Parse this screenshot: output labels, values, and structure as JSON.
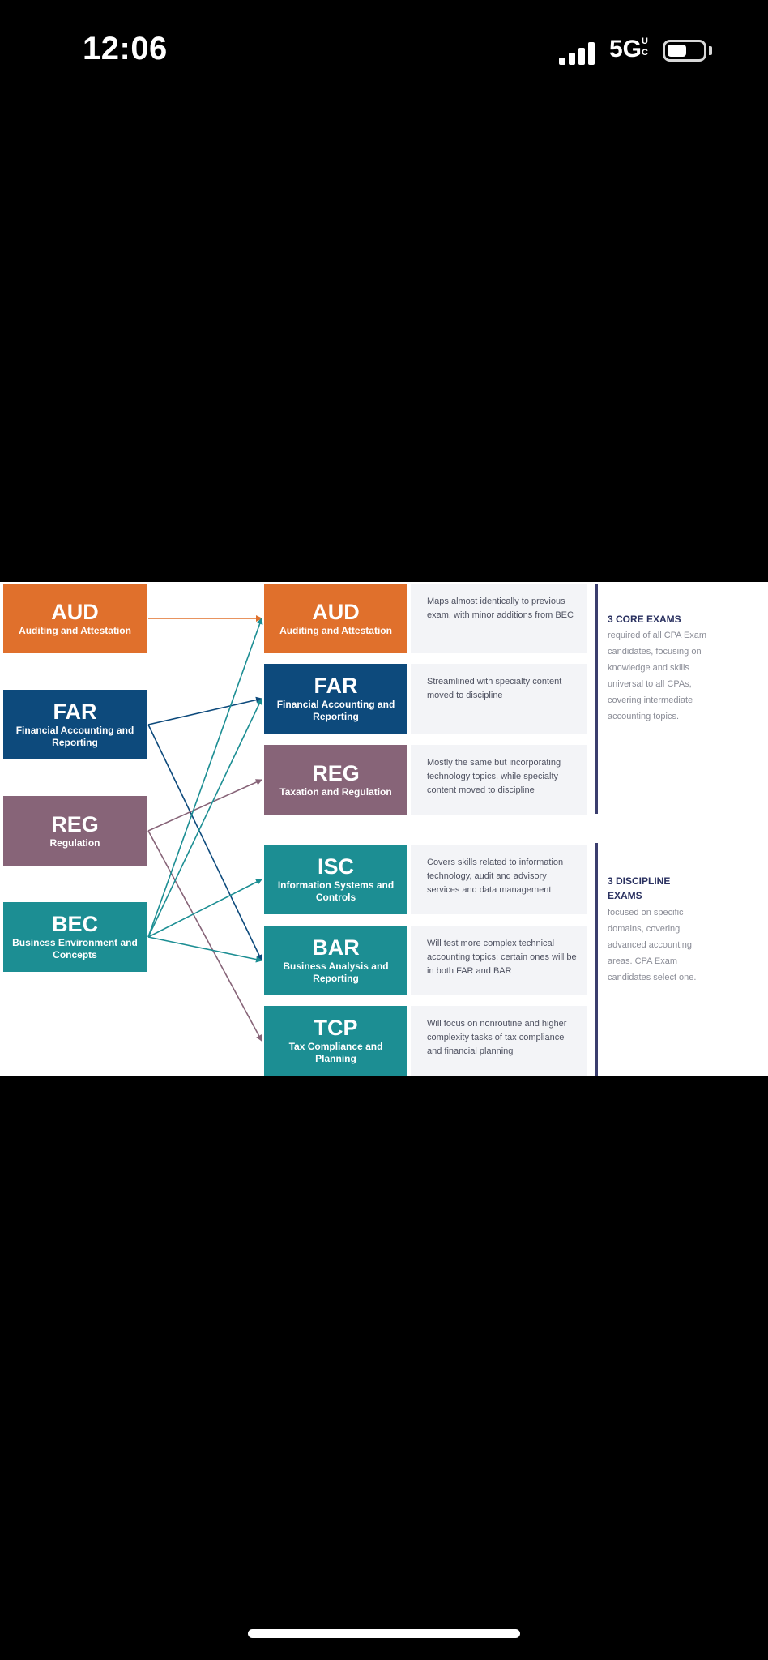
{
  "status_bar": {
    "time": "12:06",
    "network": "5G",
    "network_superscript": "UC",
    "battery_level_percent": 50
  },
  "colors": {
    "orange": "#e0702c",
    "navy": "#0d4a7c",
    "mauve": "#876478",
    "teal": "#1c8e93"
  },
  "diagram": {
    "old_exams": [
      {
        "code": "AUD",
        "name": "Auditing and Attestation"
      },
      {
        "code": "FAR",
        "name": "Financial Accounting and Reporting"
      },
      {
        "code": "REG",
        "name": "Regulation"
      },
      {
        "code": "BEC",
        "name": "Business Environment and Concepts"
      }
    ],
    "new_exams": [
      {
        "code": "AUD",
        "name": "Auditing and Attestation",
        "desc": "Maps almost identically to previous exam, with minor additions from BEC"
      },
      {
        "code": "FAR",
        "name": "Financial Accounting and Reporting",
        "desc": "Streamlined with specialty content moved to discipline"
      },
      {
        "code": "REG",
        "name": "Taxation and Regulation",
        "desc": "Mostly the same but incorporating technology topics, while specialty content moved to discipline"
      },
      {
        "code": "ISC",
        "name": "Information Systems and Controls",
        "desc": "Covers skills related to information technology, audit and advisory services and data management"
      },
      {
        "code": "BAR",
        "name": "Business Analysis and Reporting",
        "desc": "Will test more complex technical accounting topics; certain ones will be in both FAR and BAR"
      },
      {
        "code": "TCP",
        "name": "Tax Compliance and Planning",
        "desc": "Will focus on nonroutine and higher complexity tasks of tax compliance and financial planning"
      }
    ],
    "core_group": {
      "title": "3 CORE EXAMS",
      "text": "required of all CPA Exam candidates, focusing on knowledge and skills universal to all CPAs, covering intermediate accounting topics."
    },
    "discipline_group": {
      "title": "3 DISCIPLINE EXAMS",
      "text": "focused on specific domains, covering advanced accounting areas. CPA Exam candidates select one."
    },
    "mappings": [
      {
        "from": "AUD",
        "to": "AUD"
      },
      {
        "from": "FAR",
        "to": "FAR"
      },
      {
        "from": "FAR",
        "to": "BAR"
      },
      {
        "from": "REG",
        "to": "REG"
      },
      {
        "from": "REG",
        "to": "TCP"
      },
      {
        "from": "BEC",
        "to": "AUD"
      },
      {
        "from": "BEC",
        "to": "FAR"
      },
      {
        "from": "BEC",
        "to": "ISC"
      },
      {
        "from": "BEC",
        "to": "BAR"
      }
    ]
  }
}
